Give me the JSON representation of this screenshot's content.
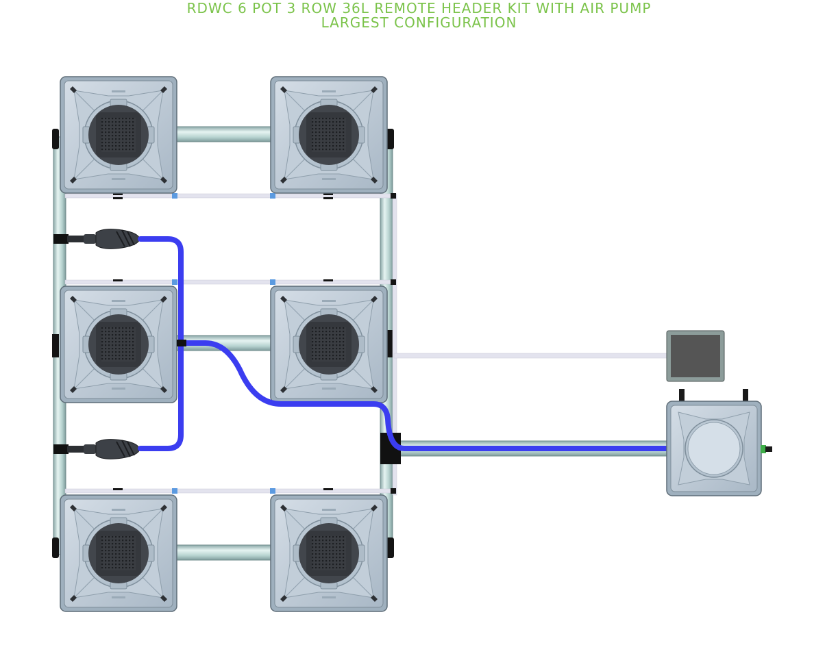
{
  "title": {
    "line1": "RDWC 6 POT 3 ROW 36L REMOTE HEADER KIT WITH AIR PUMP",
    "line2": "LARGEST CONFIGURATION"
  },
  "colors": {
    "title": "#7bc34a",
    "air_hose": "#3b3df0",
    "water_pipe": "#b9d6d6",
    "drain_line": "#e3e3ee",
    "pot_body": "#b8c6d2",
    "pot_grid": "#2f3236"
  },
  "pots": [
    {
      "id": "pot-row1-left"
    },
    {
      "id": "pot-row1-right"
    },
    {
      "id": "pot-row2-left"
    },
    {
      "id": "pot-row2-right"
    },
    {
      "id": "pot-row3-left"
    },
    {
      "id": "pot-row3-right"
    }
  ],
  "components": [
    "air-pump",
    "control-bucket",
    "air-stone-upper",
    "air-stone-lower"
  ]
}
